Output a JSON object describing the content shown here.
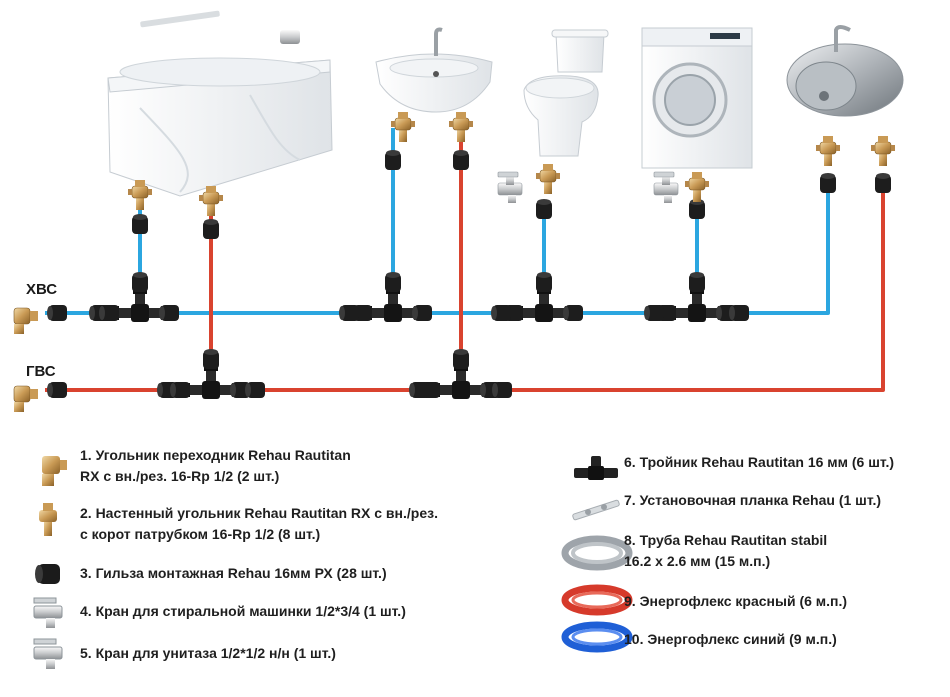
{
  "lines": {
    "cold": {
      "label": "ХВС",
      "color": "#2ba6e0"
    },
    "hot": {
      "label": "ГВС",
      "color": "#d9432f"
    }
  },
  "fixtures": [
    {
      "name": "bathtub",
      "icon": "bathtub-icon"
    },
    {
      "name": "washbasin",
      "icon": "washbasin-icon"
    },
    {
      "name": "toilet",
      "icon": "toilet-icon"
    },
    {
      "name": "washing-machine",
      "icon": "washing-machine-icon"
    },
    {
      "name": "kitchen-sink",
      "icon": "kitchen-sink-icon"
    }
  ],
  "legend": {
    "items": [
      {
        "number": "1",
        "text": "1. Угольник переходник Rehau Rautitan\nRX с вн./рез. 16-Rp 1/2 (2 шт.)",
        "icon": "adapter-elbow-icon"
      },
      {
        "number": "2",
        "text": "2. Настенный угольник Rehau Rautitan RX с вн./рез.\nс корот патрубком 16-Rp 1/2 (8 шт.)",
        "icon": "wall-elbow-icon"
      },
      {
        "number": "3",
        "text": "3. Гильза монтажная Rehau 16мм РХ (28 шт.)",
        "icon": "sleeve-icon"
      },
      {
        "number": "4",
        "text": "4. Кран для стиральной машинки 1/2*3/4 (1 шт.)",
        "icon": "washer-valve-icon"
      },
      {
        "number": "5",
        "text": "5. Кран для унитаза 1/2*1/2 н/н (1 шт.)",
        "icon": "toilet-valve-icon"
      },
      {
        "number": "6",
        "text": "6. Тройник Rehau Rautitan 16 мм (6 шт.)",
        "icon": "tee-icon"
      },
      {
        "number": "7",
        "text": "7. Установочная планка Rehau (1 шт.)",
        "icon": "mounting-bar-icon"
      },
      {
        "number": "8",
        "text": "8. Труба Rehau Rautitan stabil\n16.2 x 2.6 мм (15 м.п.)",
        "icon": "pipe-coil-icon"
      },
      {
        "number": "9",
        "text": "9. Энергофлекс красный (6 м.п.)",
        "icon": "insulation-red-icon"
      },
      {
        "number": "10",
        "text": "10. Энергофлекс синий (9 м.п.)",
        "icon": "insulation-blue-icon"
      }
    ]
  }
}
